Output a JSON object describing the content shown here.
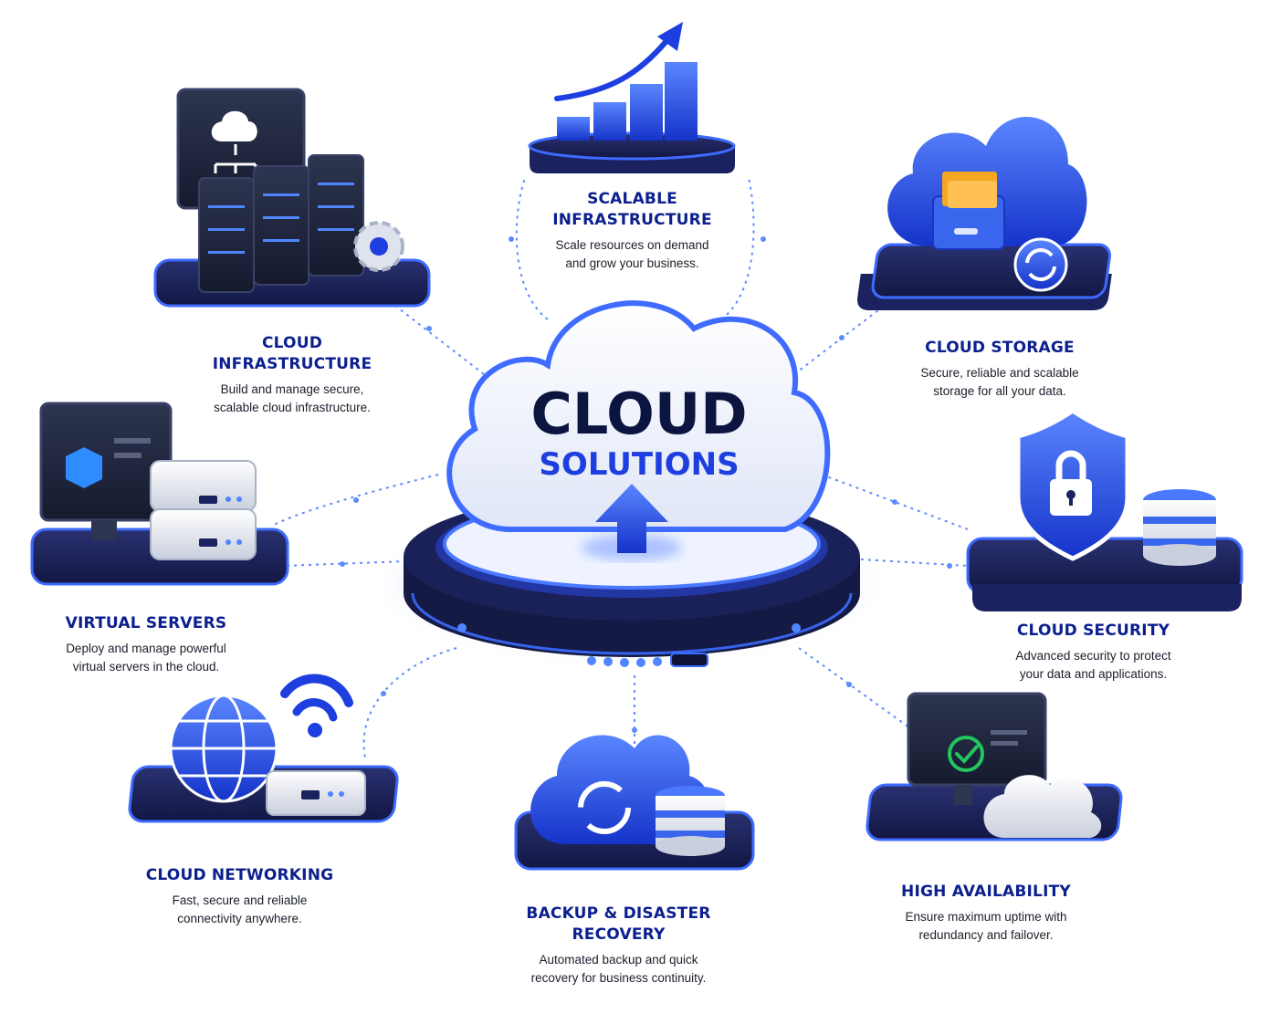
{
  "hub": {
    "title": "CLOUD",
    "subtitle": "SOLUTIONS"
  },
  "nodes": [
    {
      "id": "scalable-infrastructure",
      "title": "SCALABLE\nINFRASTRUCTURE",
      "desc": "Scale resources on demand\nand grow your business.",
      "icon": "bar-chart-up-icon"
    },
    {
      "id": "cloud-storage",
      "title": "CLOUD STORAGE",
      "desc": "Secure, reliable and scalable\nstorage for all your data.",
      "icon": "cloud-storage-icon"
    },
    {
      "id": "cloud-security",
      "title": "CLOUD SECURITY",
      "desc": "Advanced security to protect\nyour data and applications.",
      "icon": "shield-lock-icon"
    },
    {
      "id": "high-availability",
      "title": "HIGH AVAILABILITY",
      "desc": "Ensure maximum uptime with\nredundancy and failover.",
      "icon": "monitor-check-icon"
    },
    {
      "id": "backup-disaster-recovery",
      "title": "BACKUP & DISASTER\nRECOVERY",
      "desc": "Automated backup and quick\nrecovery for business continuity.",
      "icon": "cloud-sync-icon"
    },
    {
      "id": "cloud-networking",
      "title": "CLOUD NETWORKING",
      "desc": "Fast, secure and reliable\nconnectivity anywhere.",
      "icon": "globe-wifi-icon"
    },
    {
      "id": "virtual-servers",
      "title": "VIRTUAL SERVERS",
      "desc": "Deploy and manage powerful\nvirtual servers in the cloud.",
      "icon": "virtual-server-icon"
    },
    {
      "id": "cloud-infrastructure",
      "title": "CLOUD\nINFRASTRUCTURE",
      "desc": "Build and manage secure,\nscalable cloud infrastructure.",
      "icon": "server-rack-icon"
    }
  ],
  "colors": {
    "primary": "#1d3fe0",
    "navy": "#0b1f8f",
    "dark": "#141a3d",
    "glow": "#3d6bff",
    "accent_orange": "#f5a623",
    "check_green": "#22c55e"
  }
}
